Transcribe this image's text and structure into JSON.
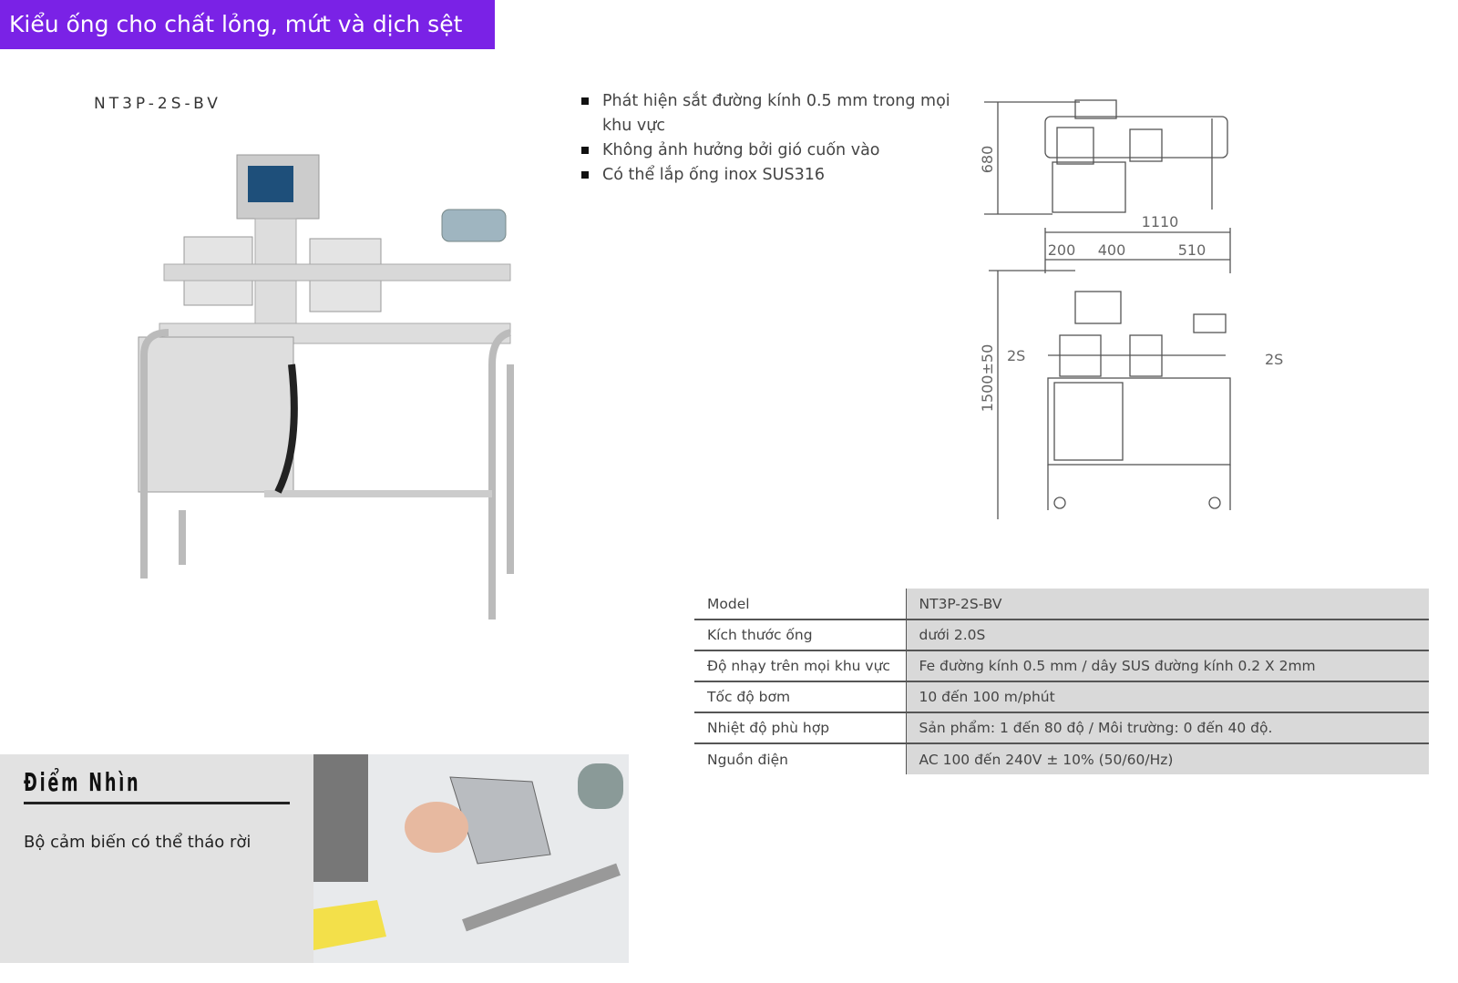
{
  "banner": {
    "title": "Kiểu ống cho chất lỏng, mứt và dịch sệt",
    "color": "#7a22e6"
  },
  "product": {
    "model_label": "NT3P-2S-BV"
  },
  "features": [
    "Phát hiện sắt đường kính 0.5 mm trong mọi khu vực",
    "Không ảnh hưởng bởi gió cuốn vào",
    "Có thể lắp ống inox SUS316"
  ],
  "drawing": {
    "height_top": "680",
    "width_total": "1110",
    "seg1": "200",
    "seg2": "400",
    "seg3": "510",
    "height_front": "1500±50",
    "port_left": "2S",
    "port_right": "2S"
  },
  "specs": [
    {
      "key": "Model",
      "value": "NT3P-2S-BV"
    },
    {
      "key": "Kích thước ống",
      "value": "dưới 2.0S"
    },
    {
      "key": "Độ nhạy trên mọi khu vực",
      "value": "Fe đường kính 0.5 mm / dây SUS đường kính 0.2 X 2mm"
    },
    {
      "key": "Tốc độ bơm",
      "value": "10 đến 100 m/phút"
    },
    {
      "key": "Nhiệt độ phù hợp",
      "value": "Sản phẩm: 1 đến 80 độ / Môi trường: 0 đến 40 độ."
    },
    {
      "key": "Nguồn điện",
      "value": "AC 100 đến 240V ± 10% (50/60/Hz)"
    }
  ],
  "highlight": {
    "title": "Điểm Nhìn",
    "text": "Bộ cảm biến có thể tháo rời"
  }
}
